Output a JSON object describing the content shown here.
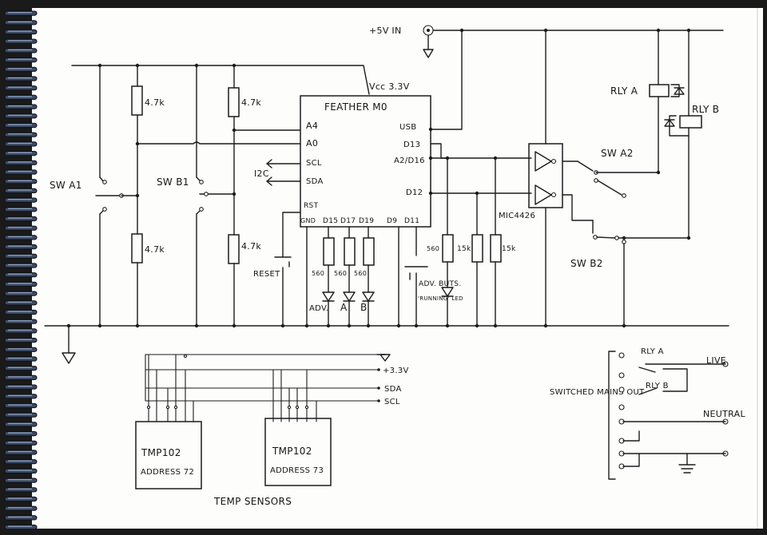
{
  "labels": {
    "power_in": "+5V IN",
    "vcc": "Vcc 3.3V",
    "feather": "FEATHER M0",
    "pin_a4": "A4",
    "pin_a0": "A0",
    "pin_scl": "SCL",
    "pin_sda": "SDA",
    "pin_rst": "RST",
    "pin_gnd": "GND",
    "pin_d15": "D15",
    "pin_d17": "D17",
    "pin_d19": "D19",
    "pin_d9": "D9",
    "pin_d11": "D11",
    "pin_usb": "USB",
    "pin_d13": "D13",
    "pin_a2": "A2/D16",
    "pin_d12": "D12",
    "i2c": "I2C",
    "sw_a1": "SW A1",
    "sw_b1": "SW B1",
    "sw_a2": "SW A2",
    "sw_b2": "SW B2",
    "rly_a": "RLY A",
    "rly_b": "RLY B",
    "r_47k_1": "4.7k",
    "r_47k_2": "4.7k",
    "r_47k_3": "4.7k",
    "r_47k_4": "4.7k",
    "reset": "RESET",
    "r_560_1": "560",
    "r_560_2": "560",
    "r_560_3": "560",
    "r_560_4": "560",
    "r_15k_1": "15k",
    "r_15k_2": "15k",
    "led_adv": "ADV.",
    "led_a": "A",
    "led_b": "B",
    "adv_buts": "ADV. BUTS.",
    "running_led": "'RUNNING' LED",
    "mic": "MIC4426",
    "rail_33": "+3.3V",
    "rail_sda": "SDA",
    "rail_scl": "SCL",
    "tmp1_name": "TMP102",
    "tmp1_addr": "ADDRESS 72",
    "tmp2_name": "TMP102",
    "tmp2_addr": "ADDRESS 73",
    "temp_sensors": "TEMP SENSORS",
    "mains_rly_a": "RLY A",
    "mains_rly_b": "RLY B",
    "live": "LIVE",
    "neutral": "NEUTRAL",
    "switched_mains_out": "SWITCHED MAINS OUT"
  }
}
